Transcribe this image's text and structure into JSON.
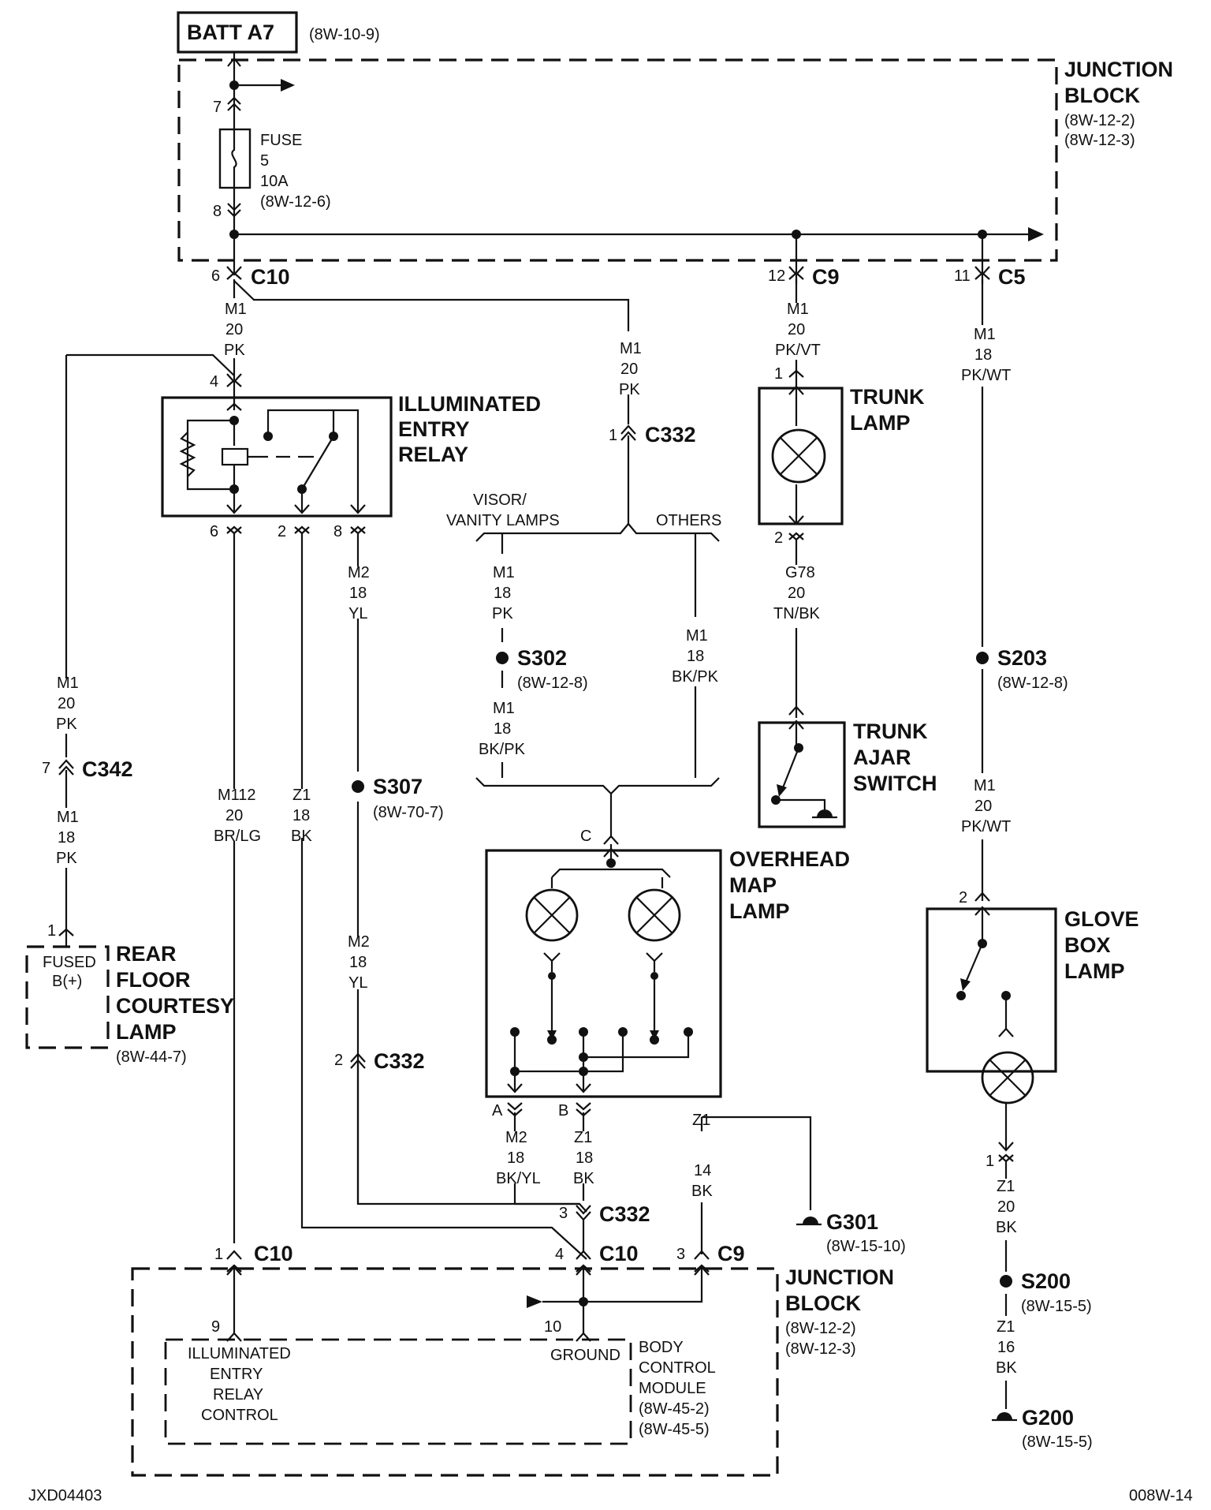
{
  "batt": {
    "label": "BATT A7",
    "ref": "(8W-10-9)"
  },
  "junction_block": {
    "title_1": "JUNCTION",
    "title_2": "BLOCK",
    "ref_1": "(8W-12-2)",
    "ref_2": "(8W-12-3)"
  },
  "fuse": {
    "label": "FUSE",
    "number": "5",
    "rating": "10A",
    "ref": "(8W-12-6)",
    "pin_top": "7",
    "pin_bottom": "8"
  },
  "connectors": {
    "c10_top": {
      "pin": "6",
      "name": "C10"
    },
    "c9_top": {
      "pin": "12",
      "name": "C9"
    },
    "c5_top": {
      "pin": "11",
      "name": "C5"
    },
    "c332_a": {
      "pin": "1",
      "name": "C332"
    },
    "c332_b": {
      "pin": "2",
      "name": "C332"
    },
    "c332_c": {
      "pin": "3",
      "name": "C332"
    },
    "c342": {
      "pin": "7",
      "name": "C342"
    },
    "c10_bottom_1": {
      "pin": "1",
      "name": "C10"
    },
    "c10_bottom_4": {
      "pin": "4",
      "name": "C10"
    },
    "c9_bottom": {
      "pin": "3",
      "name": "C9"
    }
  },
  "wires": {
    "m1_20_pk_a": [
      "M1",
      "20",
      "PK"
    ],
    "m1_20_pk_b": [
      "M1",
      "20",
      "PK"
    ],
    "m1_20_pkvt": [
      "M1",
      "20",
      "PK/VT"
    ],
    "m1_18_pkwt": [
      "M1",
      "18",
      "PK/WT"
    ],
    "m1_20_pk_left": [
      "M1",
      "20",
      "PK"
    ],
    "m1_18_pk_left": [
      "M1",
      "18",
      "PK"
    ],
    "m112": [
      "M112",
      "20",
      "BR/LG"
    ],
    "z1_18_bk_left": [
      "Z1",
      "18",
      "BK"
    ],
    "m2_18_yl_a": [
      "M2",
      "18",
      "YL"
    ],
    "m2_18_yl_b": [
      "M2",
      "18",
      "YL"
    ],
    "m1_18_pk_visor": [
      "M1",
      "18",
      "PK"
    ],
    "m1_18_bkpk_a": [
      "M1",
      "18",
      "BK/PK"
    ],
    "m1_18_bkpk_b": [
      "M1",
      "18",
      "BK/PK"
    ],
    "g78": [
      "G78",
      "20",
      "TN/BK"
    ],
    "m1_20_pkwt": [
      "M1",
      "20",
      "PK/WT"
    ],
    "m2_18_bkyl": [
      "M2",
      "18",
      "BK/YL"
    ],
    "z1_18_bk_mid": [
      "Z1",
      "18",
      "BK"
    ],
    "z1_14_bk": [
      "Z1",
      "14",
      "BK"
    ],
    "z1_20_bk": [
      "Z1",
      "20",
      "BK"
    ],
    "z1_16_bk": [
      "Z1",
      "16",
      "BK"
    ]
  },
  "relay": {
    "title": [
      "ILLUMINATED",
      "ENTRY",
      "RELAY"
    ],
    "pin_in": "4",
    "pin_6": "6",
    "pin_2": "2",
    "pin_8": "8"
  },
  "splices": {
    "s302": {
      "name": "S302",
      "ref": "(8W-12-8)"
    },
    "s307": {
      "name": "S307",
      "ref": "(8W-70-7)"
    },
    "s203": {
      "name": "S203",
      "ref": "(8W-12-8)"
    },
    "s200": {
      "name": "S200",
      "ref": "(8W-15-5)"
    }
  },
  "branch": {
    "left": [
      "VISOR/",
      "VANITY LAMPS"
    ],
    "right": "OTHERS"
  },
  "trunk_lamp": {
    "title": [
      "TRUNK",
      "LAMP"
    ],
    "pin_1": "1",
    "pin_2": "2"
  },
  "trunk_ajar": {
    "title": [
      "TRUNK",
      "AJAR",
      "SWITCH"
    ]
  },
  "overhead": {
    "title": [
      "OVERHEAD",
      "MAP",
      "LAMP"
    ],
    "pin_c": "C",
    "pin_a": "A",
    "pin_b": "B"
  },
  "glove_box": {
    "title": [
      "GLOVE",
      "BOX",
      "LAMP"
    ],
    "pin_2": "2",
    "pin_1": "1"
  },
  "rear_floor": {
    "title": [
      "REAR",
      "FLOOR",
      "COURTESY",
      "LAMP"
    ],
    "ref": "(8W-44-7)",
    "fused_1": "FUSED",
    "fused_2": "B(+)",
    "pin": "1"
  },
  "grounds": {
    "g301": {
      "name": "G301",
      "ref": "(8W-15-10)"
    },
    "g200": {
      "name": "G200",
      "ref": "(8W-15-5)"
    }
  },
  "bcm": {
    "relay_control": [
      "ILLUMINATED",
      "ENTRY",
      "RELAY",
      "CONTROL"
    ],
    "ground": "GROUND",
    "title": [
      "BODY",
      "CONTROL",
      "MODULE"
    ],
    "ref_1": "(8W-45-2)",
    "ref_2": "(8W-45-5)",
    "pin_9": "9",
    "pin_10": "10"
  },
  "junction_block_bottom": {
    "title_1": "JUNCTION",
    "title_2": "BLOCK",
    "ref_1": "(8W-12-2)",
    "ref_2": "(8W-12-3)"
  },
  "footer": {
    "left": "JXD04403",
    "right": "008W-14"
  }
}
